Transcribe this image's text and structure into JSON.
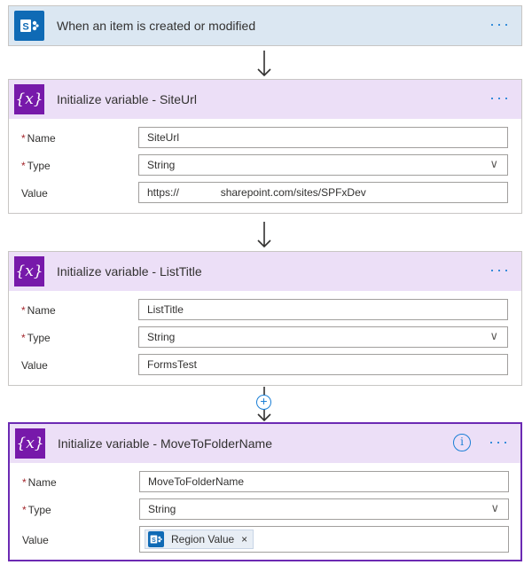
{
  "trigger": {
    "title": "When an item is created or modified",
    "icon": "sharepoint-icon"
  },
  "steps": [
    {
      "title": "Initialize variable - SiteUrl",
      "icon": "variable-icon",
      "name_label": "Name",
      "name_value": "SiteUrl",
      "type_label": "Type",
      "type_value": "String",
      "value_label": "Value",
      "value_value": "https://              sharepoint.com/sites/SPFxDev"
    },
    {
      "title": "Initialize variable - ListTitle",
      "icon": "variable-icon",
      "name_label": "Name",
      "name_value": "ListTitle",
      "type_label": "Type",
      "type_value": "String",
      "value_label": "Value",
      "value_value": "FormsTest"
    },
    {
      "title": "Initialize variable - MoveToFolderName",
      "icon": "variable-icon",
      "name_label": "Name",
      "name_value": "MoveToFolderName",
      "type_label": "Type",
      "type_value": "String",
      "value_label": "Value",
      "value_token": "Region Value"
    }
  ],
  "glyphs": {
    "variable": "{x}",
    "more": "···",
    "required": "*",
    "chevron": "∨",
    "info": "i",
    "remove": "×",
    "add": "+"
  },
  "colors": {
    "sharepoint": "#0f6ab5",
    "variable": "#7719aa",
    "trigger_header": "#dbe7f2",
    "variable_header": "#ecdff7",
    "accent": "#1b7fd6",
    "selected_border": "#6c2ab3"
  }
}
